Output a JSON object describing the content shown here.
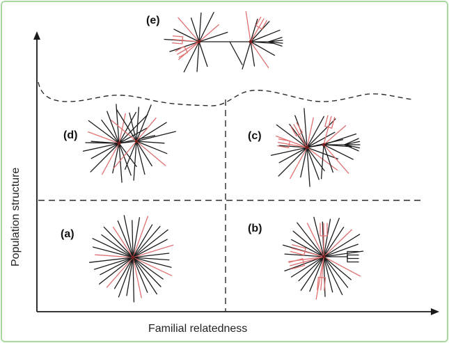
{
  "figure": {
    "x_axis_label": "Familial relatedness",
    "y_axis_label": "Population structure",
    "colors": {
      "black_branch": "#1a1a1a",
      "red_branch": "#e07070",
      "border": "#a9d7a0"
    },
    "panels": [
      {
        "id": "a",
        "label": "(a)",
        "tree": "star"
      },
      {
        "id": "b",
        "label": "(b)",
        "tree": "star with red and black clades"
      },
      {
        "id": "c",
        "label": "(c)",
        "tree": "two star clusters with red and black clades"
      },
      {
        "id": "d",
        "label": "(d)",
        "tree": "two star clusters"
      },
      {
        "id": "e",
        "label": "(e)",
        "tree": "long-branch tree with two clusters"
      }
    ]
  }
}
